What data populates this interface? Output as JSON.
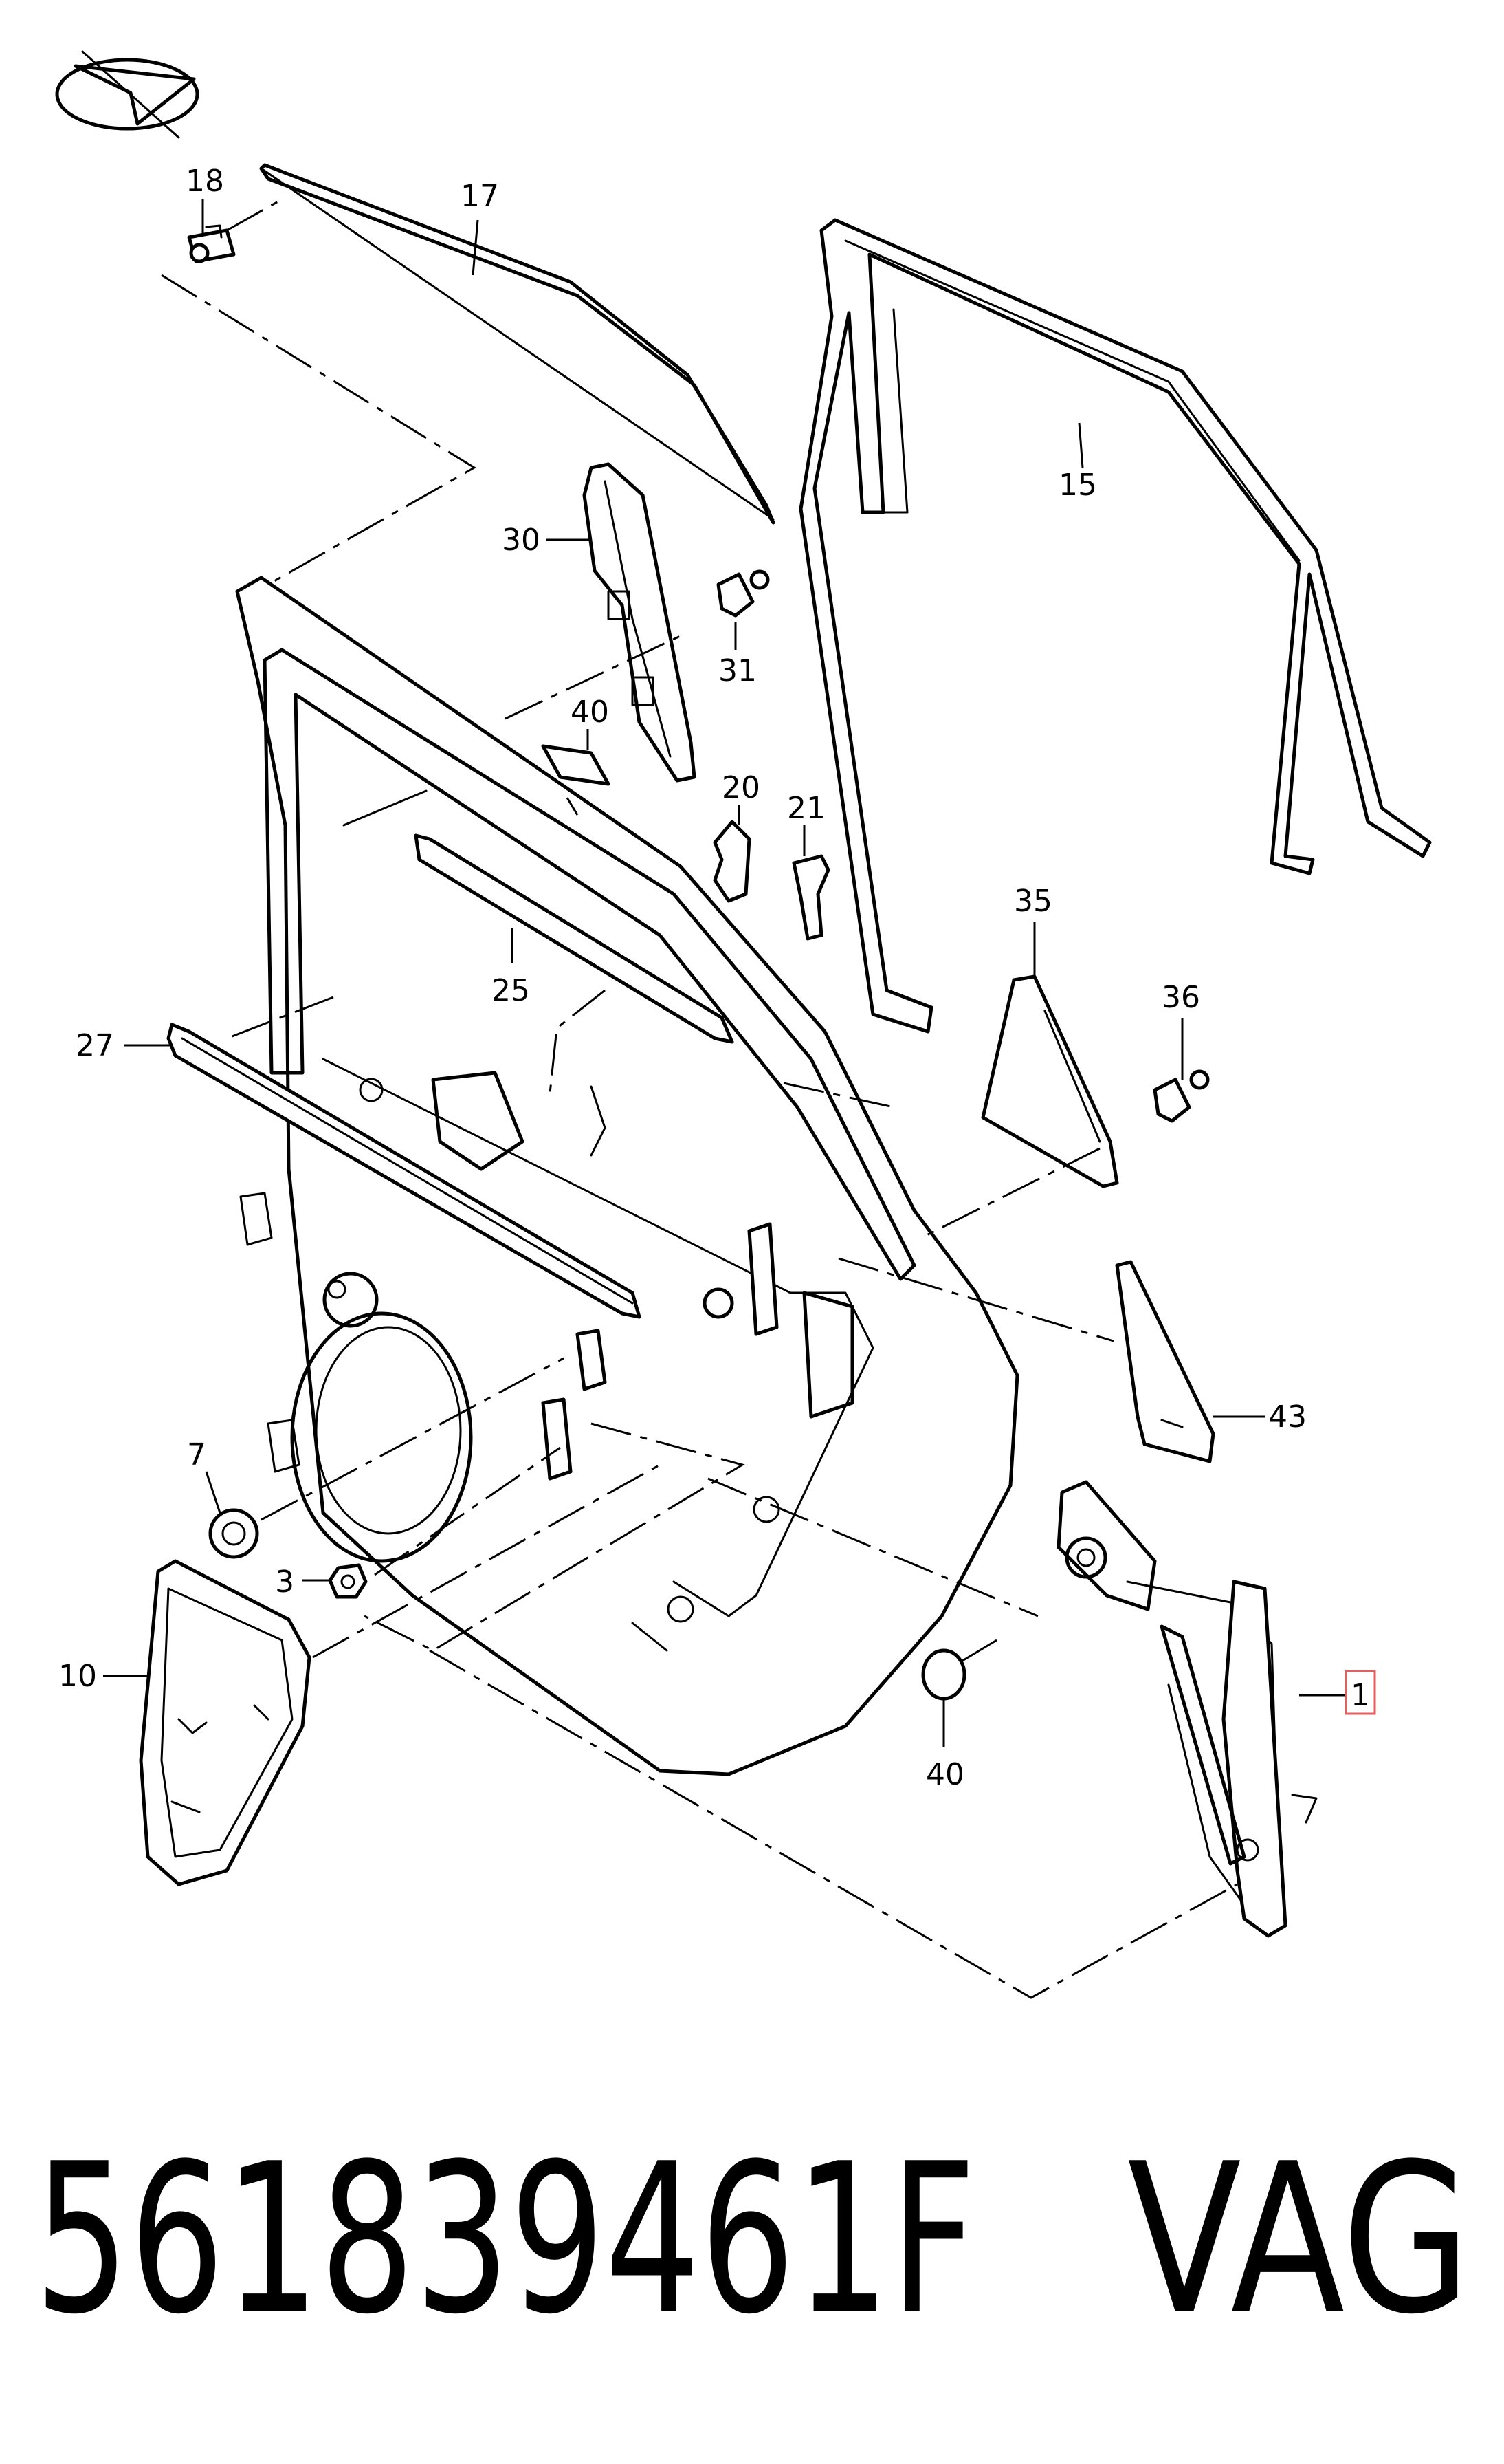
{
  "logo": {
    "icon": "arrow-logo-icon"
  },
  "callouts": {
    "c18": "18",
    "c17": "17",
    "c15": "15",
    "c30": "30",
    "c31": "31",
    "c40a": "40",
    "c20": "20",
    "c21": "21",
    "c35": "35",
    "c36": "36",
    "c25": "25",
    "c27": "27",
    "c43": "43",
    "c7": "7",
    "c3": "3",
    "c10": "10",
    "c40b": "40",
    "c1": "1"
  },
  "highlight": {
    "callout": "1",
    "color": "#e06060"
  },
  "footer": {
    "part_number": "561839461F",
    "brand": "VAG"
  }
}
